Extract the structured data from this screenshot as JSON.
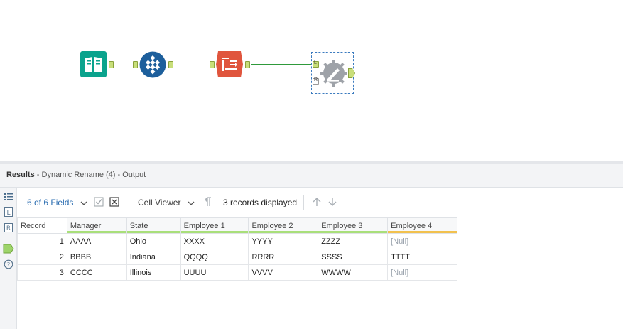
{
  "results": {
    "label": "Results",
    "subtitle": " - Dynamic Rename (4) - Output"
  },
  "toolbar": {
    "fields_label": "6 of 6 Fields",
    "viewer_label": "Cell Viewer",
    "records_label": "3 records displayed"
  },
  "tool_anchor_labels": {
    "left": "L",
    "right": "R"
  },
  "grid": {
    "columns": [
      "Record",
      "Manager",
      "State",
      "Employee 1",
      "Employee 2",
      "Employee 3",
      "Employee 4"
    ],
    "rows": [
      [
        "1",
        "AAAA",
        "Ohio",
        "XXXX",
        "YYYY",
        "ZZZZ",
        "[Null]"
      ],
      [
        "2",
        "BBBB",
        "Indiana",
        "QQQQ",
        "RRRR",
        "SSSS",
        "TTTT"
      ],
      [
        "3",
        "CCCC",
        "Illinois",
        "UUUU",
        "VVVV",
        "WWWW",
        "[Null]"
      ]
    ]
  },
  "colors": {
    "input_tool": "#0aa38d",
    "transpose_tool": "#1d5f9c",
    "crosstab_tool": "#e0553d",
    "dynamic_rename_tool": "#9ea2a8",
    "field_ok_bar": "#a9df7a",
    "field_warn_bar": "#f2c14e",
    "connection_green": "#2f9a3b"
  },
  "icons": [
    "book-icon",
    "diamond-grid-icon",
    "crosstab-icon",
    "pen-gear-icon",
    "list-icon",
    "l-icon",
    "r-icon",
    "tag-icon",
    "help-icon",
    "chevron-down-icon",
    "checkbox-icon",
    "deselect-icon",
    "pilcrow-icon",
    "arrow-up-icon",
    "arrow-down-icon"
  ]
}
